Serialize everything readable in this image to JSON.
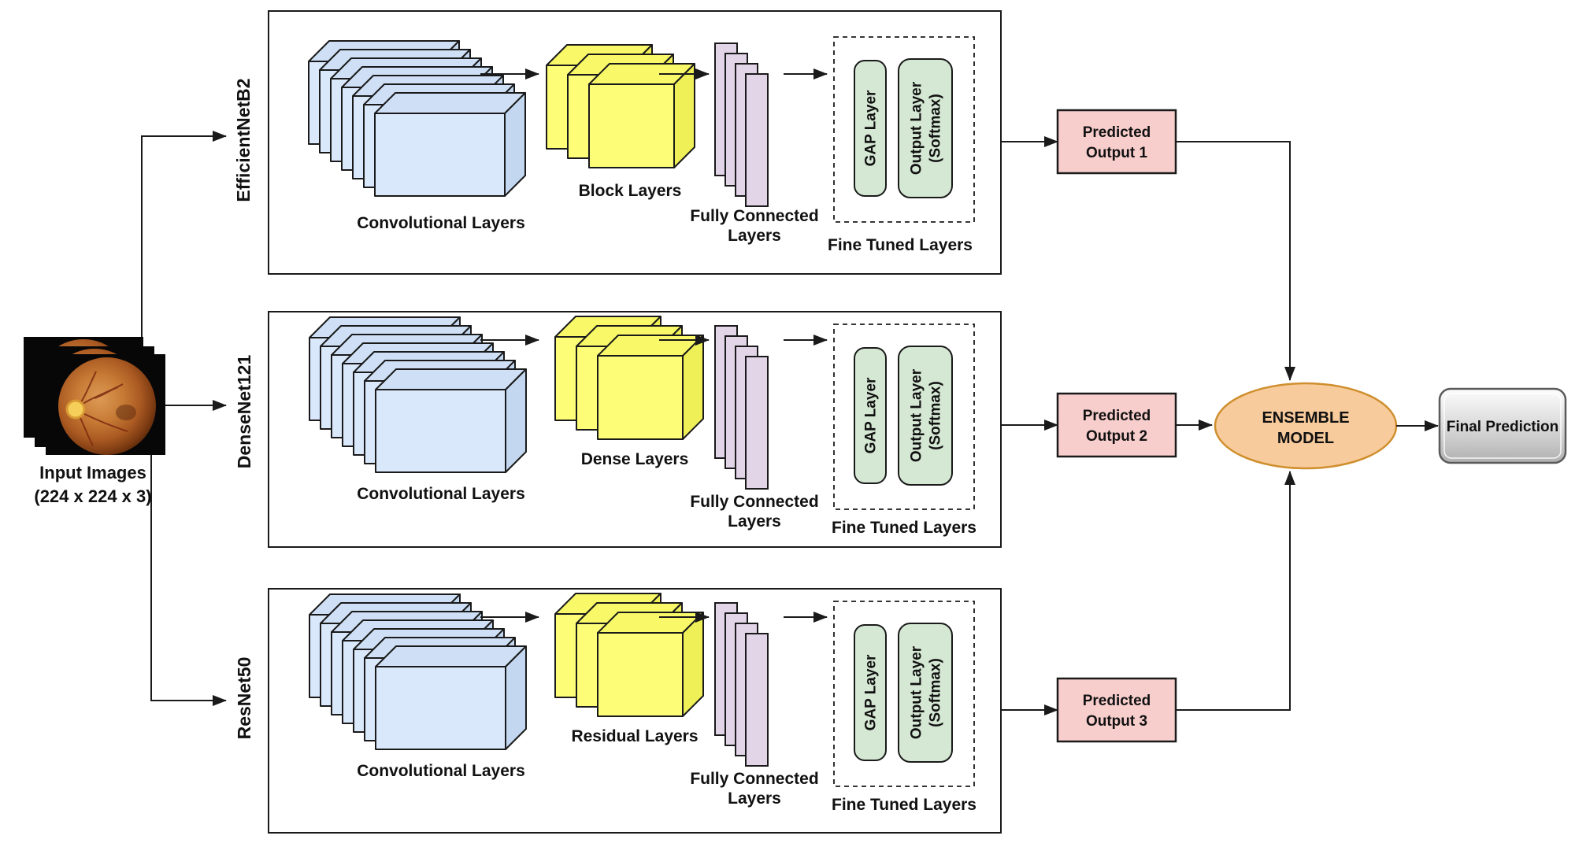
{
  "input_images": {
    "label_line1": "Input Images",
    "label_line2": "(224 x 224 x 3)"
  },
  "models": [
    {
      "name": "EfficientNetB2",
      "conv_label": "Convolutional Layers",
      "mid_label": "Block Layers",
      "fc_label_line1": "Fully Connected",
      "fc_label_line2": "Layers",
      "gap_label": "GAP Layer",
      "output_label_line1": "Output Layer",
      "output_label_line2": "(Softmax)",
      "fine_tuned_label": "Fine Tuned Layers",
      "pred_line1": "Predicted",
      "pred_line2": "Output 1"
    },
    {
      "name": "DenseNet121",
      "conv_label": "Convolutional Layers",
      "mid_label": "Dense Layers",
      "fc_label_line1": "Fully Connected",
      "fc_label_line2": "Layers",
      "gap_label": "GAP Layer",
      "output_label_line1": "Output Layer",
      "output_label_line2": "(Softmax)",
      "fine_tuned_label": "Fine Tuned Layers",
      "pred_line1": "Predicted",
      "pred_line2": "Output 2"
    },
    {
      "name": "ResNet50",
      "conv_label": "Convolutional Layers",
      "mid_label": "Residual Layers",
      "fc_label_line1": "Fully Connected",
      "fc_label_line2": "Layers",
      "gap_label": "GAP Layer",
      "output_label_line1": "Output Layer",
      "output_label_line2": "(Softmax)",
      "fine_tuned_label": "Fine Tuned Layers",
      "pred_line1": "Predicted",
      "pred_line2": "Output 3"
    }
  ],
  "ensemble": {
    "line1": "ENSEMBLE",
    "line2": "MODEL"
  },
  "final_prediction": {
    "label": "Final Prediction"
  },
  "colors": {
    "conv_layer_blue": "#dae8fc",
    "block_layer_yellow": "#fdfd78",
    "fc_layer_purple": "#e1d5e7",
    "fine_tuned_green": "#d5e8d4",
    "predicted_output_pink": "#f8cecc",
    "ensemble_orange": "#f8cb9c",
    "ensemble_border_orange": "#cf8f2e",
    "final_prediction_gray": "#c9c9c9",
    "line_black": "#1a1a1a"
  }
}
